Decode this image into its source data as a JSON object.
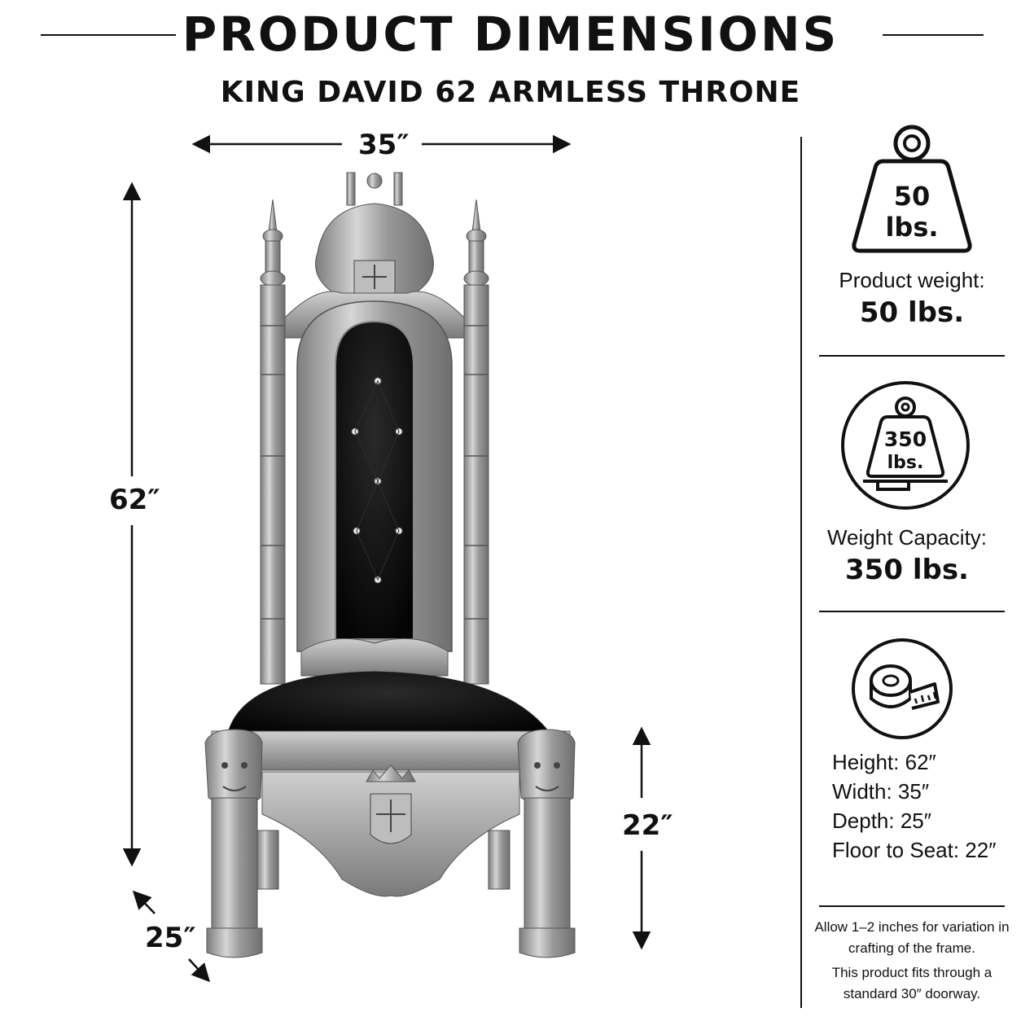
{
  "header": {
    "title": "PRODUCT DIMENSIONS",
    "subtitle": "KING DAVID 62 ARMLESS THRONE"
  },
  "dimensions": {
    "width_label": "35″",
    "height_label": "62″",
    "depth_label": "25″",
    "seat_label": "22″"
  },
  "specs": {
    "weight": {
      "icon": "weight-icon",
      "icon_value": "50",
      "icon_unit": "lbs.",
      "label": "Product weight:",
      "value": "50 lbs."
    },
    "capacity": {
      "icon": "weight-capacity-icon",
      "icon_value": "350",
      "icon_unit": "lbs.",
      "label": "Weight Capacity:",
      "value": "350 lbs."
    },
    "measure": {
      "icon": "tape-measure-icon",
      "lines": [
        "Height: 62″",
        "Width: 35″",
        "Depth: 25″",
        "Floor to Seat: 22″"
      ]
    },
    "notes": {
      "variation": "Allow 1–2 inches for variation in crafting of the frame.",
      "doorway": "This product fits through a standard 30″ doorway."
    }
  },
  "colors": {
    "text": "#111111",
    "frame_silver": "#a8a8a8",
    "velvet": "#0b0b0b",
    "background": "#ffffff"
  }
}
